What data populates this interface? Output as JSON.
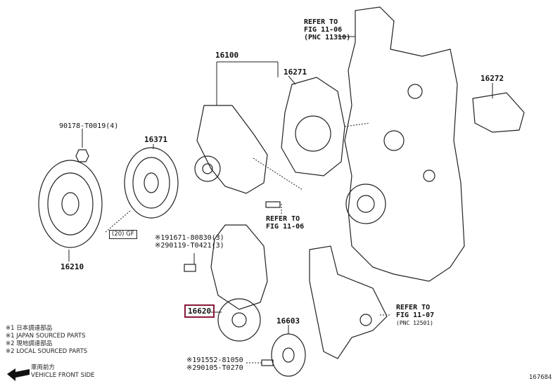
{
  "diagram": {
    "part_numbers": {
      "p16100": "16100",
      "p16271": "16271",
      "p16272": "16272",
      "p16371": "16371",
      "p16210": "16210",
      "p16620": "16620",
      "p16603": "16603",
      "bolt_top": "90178-T0019(4)"
    },
    "refs": {
      "ref1": [
        "REFER TO",
        "FIG 11-06",
        "(PNC 11310)"
      ],
      "ref2": [
        "REFER TO",
        "FIG 11-06"
      ],
      "ref3": [
        "REFER TO",
        "FIG 11-07",
        "(PNC 12501)"
      ]
    },
    "bolts": {
      "upper": [
        "※191671-80830(3)",
        "※290119-T0421(3)"
      ],
      "lower": [
        "※191552-81050",
        "※290105-T0270"
      ]
    },
    "coupling_tag": "(20) GF",
    "highlight_color": "#8b1a3a",
    "legend": [
      "※1 日本調達部品",
      "※1 JAPAN SOURCED PARTS",
      "※2 現地調達部品",
      "※2 LOCAL SOURCED PARTS"
    ],
    "vehicle_front": [
      "車両前方",
      "VEHICLE FRONT SIDE"
    ],
    "figure_id": "167684"
  }
}
